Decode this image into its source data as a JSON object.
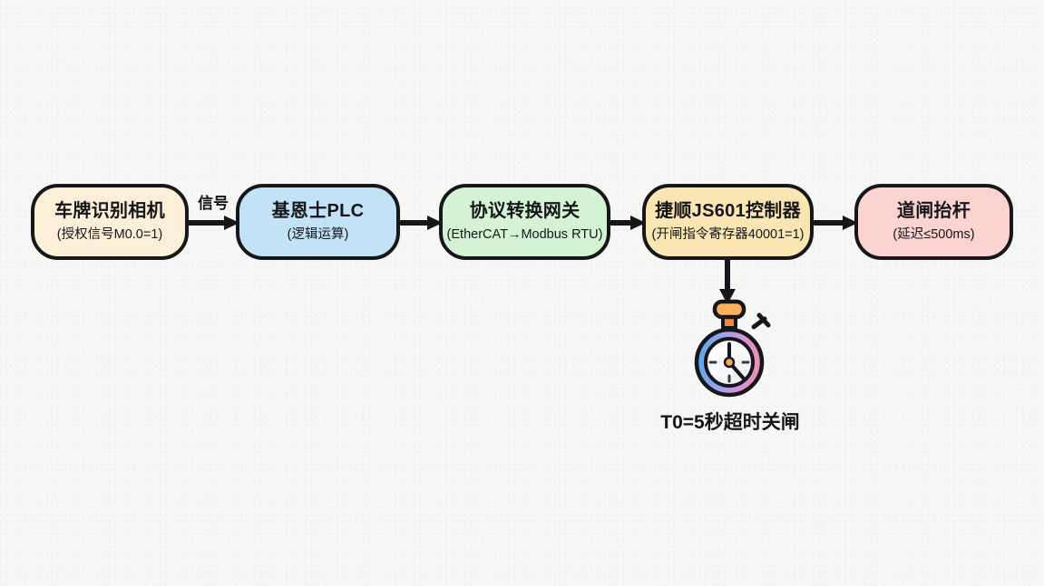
{
  "diagram": {
    "background_color": "#f7f7f5",
    "stroke_color": "#17161a",
    "nodes": [
      {
        "id": "camera",
        "title": "车牌识别相机",
        "subtitle": "(授权信号M0.0=1)",
        "fill": "#fbf0d7"
      },
      {
        "id": "plc",
        "title": "基恩士PLC",
        "subtitle": "(逻辑运算)",
        "fill": "#c2e2f6"
      },
      {
        "id": "gateway",
        "title": "协议转换网关",
        "subtitle": "(EtherCAT→Modbus RTU)",
        "fill": "#d3f3d4"
      },
      {
        "id": "controller",
        "title": "捷顺JS601控制器",
        "subtitle": "(开闸指令寄存器40001=1)",
        "fill": "#f9e6b2"
      },
      {
        "id": "barrier",
        "title": "道闸抬杆",
        "subtitle": "(延迟≤500ms)",
        "fill": "#fbd3d1"
      }
    ],
    "edges": [
      {
        "id": "edge-camera-plc",
        "from": "camera",
        "to": "plc",
        "label": "信号"
      },
      {
        "id": "edge-plc-gateway",
        "from": "plc",
        "to": "gateway",
        "label": ""
      },
      {
        "id": "edge-gateway-controller",
        "from": "gateway",
        "to": "controller",
        "label": ""
      },
      {
        "id": "edge-controller-barrier",
        "from": "controller",
        "to": "barrier",
        "label": ""
      },
      {
        "id": "edge-controller-timer",
        "from": "controller",
        "to": "timer",
        "label": ""
      }
    ],
    "timer": {
      "icon": "stopwatch-icon",
      "caption": "T0=5秒超时关闸",
      "ring_gradient_start": "#5aa7e8",
      "ring_gradient_end": "#ef8fb0",
      "crown_color": "#f9a94a",
      "face_color": "#fbfbfd"
    }
  }
}
